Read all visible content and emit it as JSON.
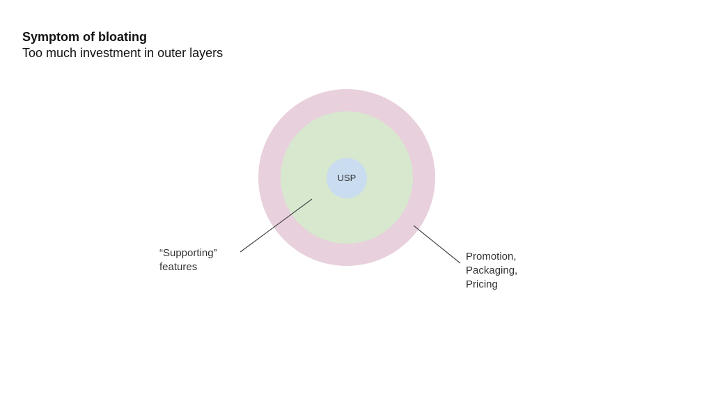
{
  "heading": {
    "title": "Symptom of bloating",
    "subtitle": "Too much investment in outer layers"
  },
  "diagram": {
    "layers": [
      {
        "label": "USP",
        "color": "#c9dcf0"
      },
      {
        "color": "#d7e8cf"
      },
      {
        "color": "#e8d0dc"
      }
    ],
    "callouts": {
      "supporting_line1": "“Supporting”",
      "supporting_line2": "features",
      "outer_line1": "Promotion,",
      "outer_line2": "Packaging,",
      "outer_line3": "Pricing"
    },
    "line_color": "#444444"
  }
}
